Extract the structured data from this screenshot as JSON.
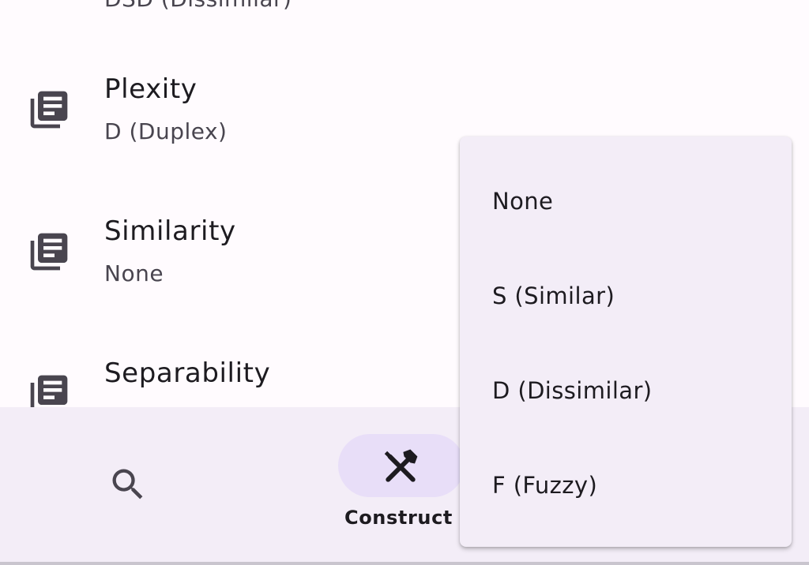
{
  "list": {
    "clipped_subtitle": "DSD (Dissimilar)",
    "items": [
      {
        "title": "Plexity",
        "subtitle": "D (Duplex)",
        "icon": "library-books-icon"
      },
      {
        "title": "Similarity",
        "subtitle": "None",
        "icon": "library-books-icon"
      },
      {
        "title": "Separability",
        "subtitle": "",
        "icon": "library-books-icon"
      }
    ]
  },
  "navbar": {
    "search_icon": "search-icon",
    "construct_icon": "construct-tools-icon",
    "construct_label": "Construct"
  },
  "menu": {
    "options": [
      "None",
      "S (Similar)",
      "D (Dissimilar)",
      "F (Fuzzy)"
    ]
  },
  "colors": {
    "background": "#fffbfe",
    "surface": "#f3edf7",
    "active_indicator": "#e8def8",
    "on_surface": "#1d1b20",
    "on_surface_variant": "#49454f"
  }
}
